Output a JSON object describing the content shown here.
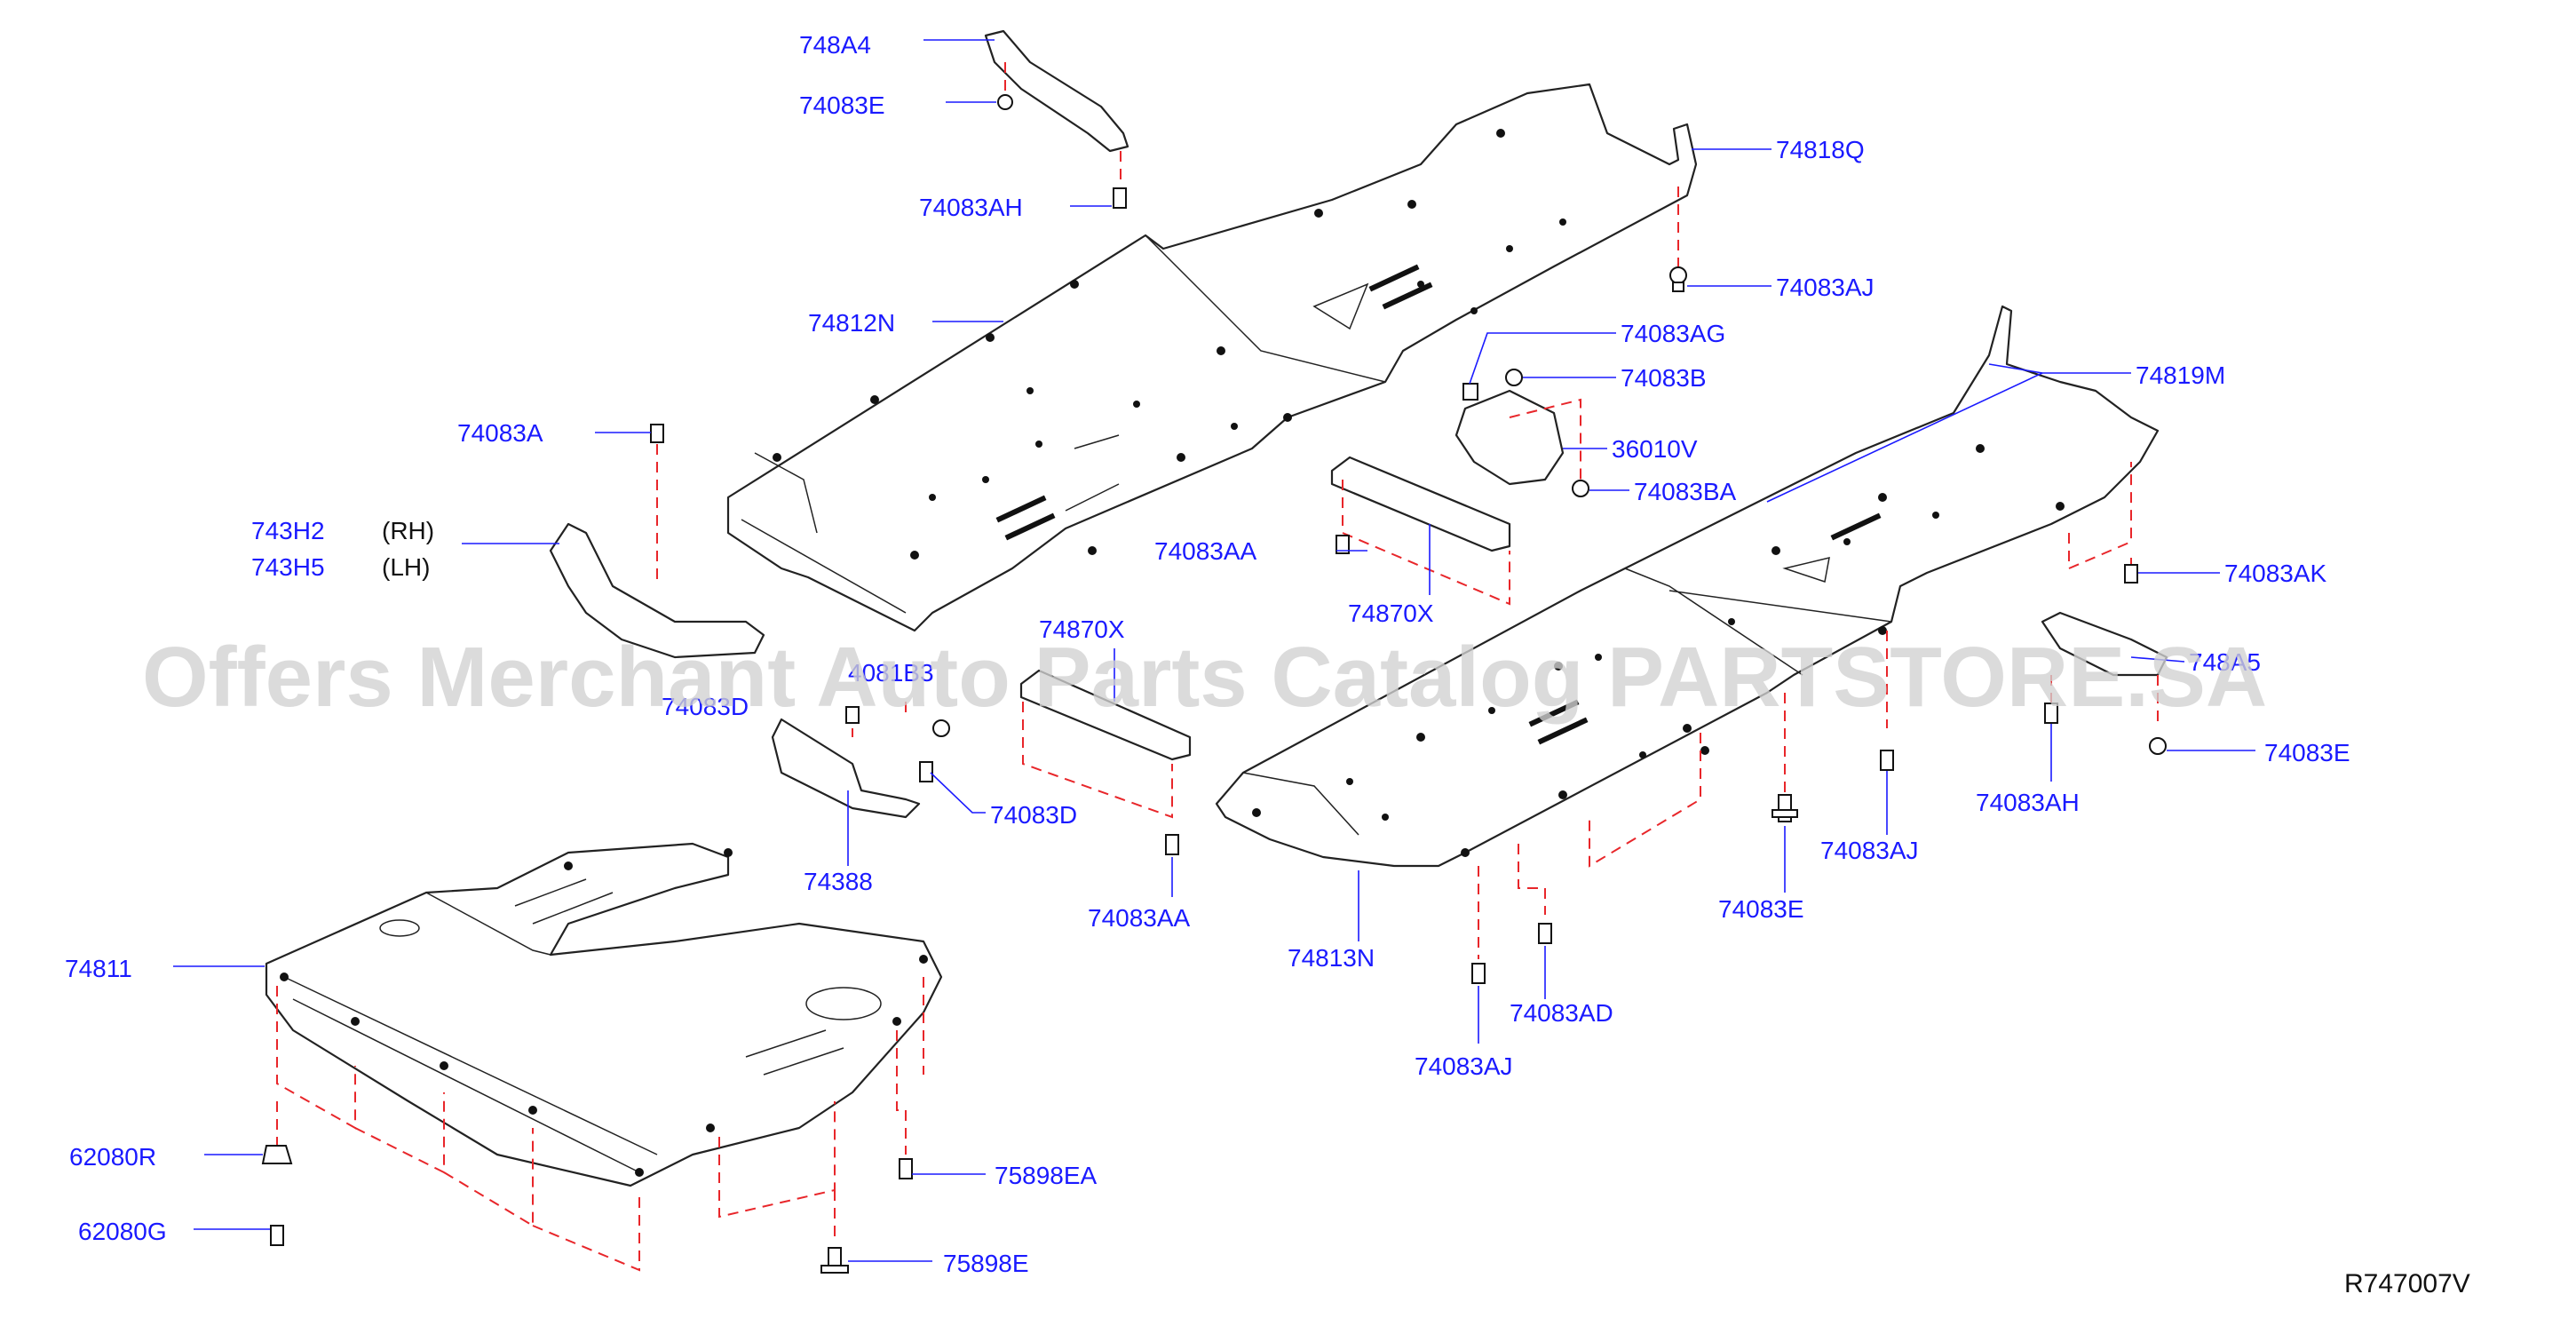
{
  "watermark": "Offers Merchant Auto Parts Catalog PARTSTORE.SA",
  "diagram_ref": "R747007V",
  "callouts": {
    "p748A4": "748A4",
    "p74083E_top": "74083E",
    "p74083AH_top": "74083AH",
    "p74818Q": "74818Q",
    "p74083AJ_top": "74083AJ",
    "p74812N": "74812N",
    "p74083AG": "74083AG",
    "p74083B": "74083B",
    "p74819M": "74819M",
    "p74083A": "74083A",
    "p36010V": "36010V",
    "p74083BA": "74083BA",
    "p743H2": "743H2",
    "p743H2_side": "(RH)",
    "p743H5": "743H5",
    "p743H5_side": "(LH)",
    "p74083AA_mid": "74083AA",
    "p74083AK": "74083AK",
    "p74870X_mid": "74870X",
    "p74870X_left": "74870X",
    "p4081B3": "4081B3",
    "p74083D_left": "74083D",
    "p748A5": "748A5",
    "p74083E_right": "74083E",
    "p74083AH_right": "74083AH",
    "p74083D_right": "74083D",
    "p74388": "74388",
    "p74083AJ_mid": "74083AJ",
    "p74083E_mid": "74083E",
    "p74083AA_low": "74083AA",
    "p74813N": "74813N",
    "p74811": "74811",
    "p74083AD": "74083AD",
    "p74083AJ_low": "74083AJ",
    "p62080R": "62080R",
    "p75898EA": "75898EA",
    "p62080G": "62080G",
    "p75898E": "75898E"
  },
  "colors": {
    "callout": "#1a1aff",
    "hidden_line": "#e8262a",
    "outline": "#222222",
    "watermark": "#d2d2d2"
  }
}
